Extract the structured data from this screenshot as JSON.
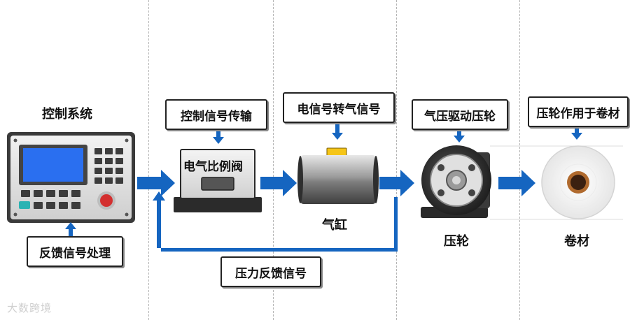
{
  "title": "控制系统",
  "boxes": {
    "feedback_processing": "反馈信号处理",
    "control_signal": "控制信号传输",
    "elec_to_air": "电信号转气信号",
    "air_drive": "气压驱动压轮",
    "roller_on_material": "压轮作用于卷材",
    "pressure_feedback": "压力反馈信号"
  },
  "devices": {
    "valve": "电气比例阀",
    "cylinder": "气缸",
    "roller": "压轮",
    "material": "卷材"
  },
  "watermark": "大数跨境",
  "colors": {
    "arrow": "#1565c0",
    "screen": "#2a6ff0",
    "knob": "#d32f2f"
  }
}
